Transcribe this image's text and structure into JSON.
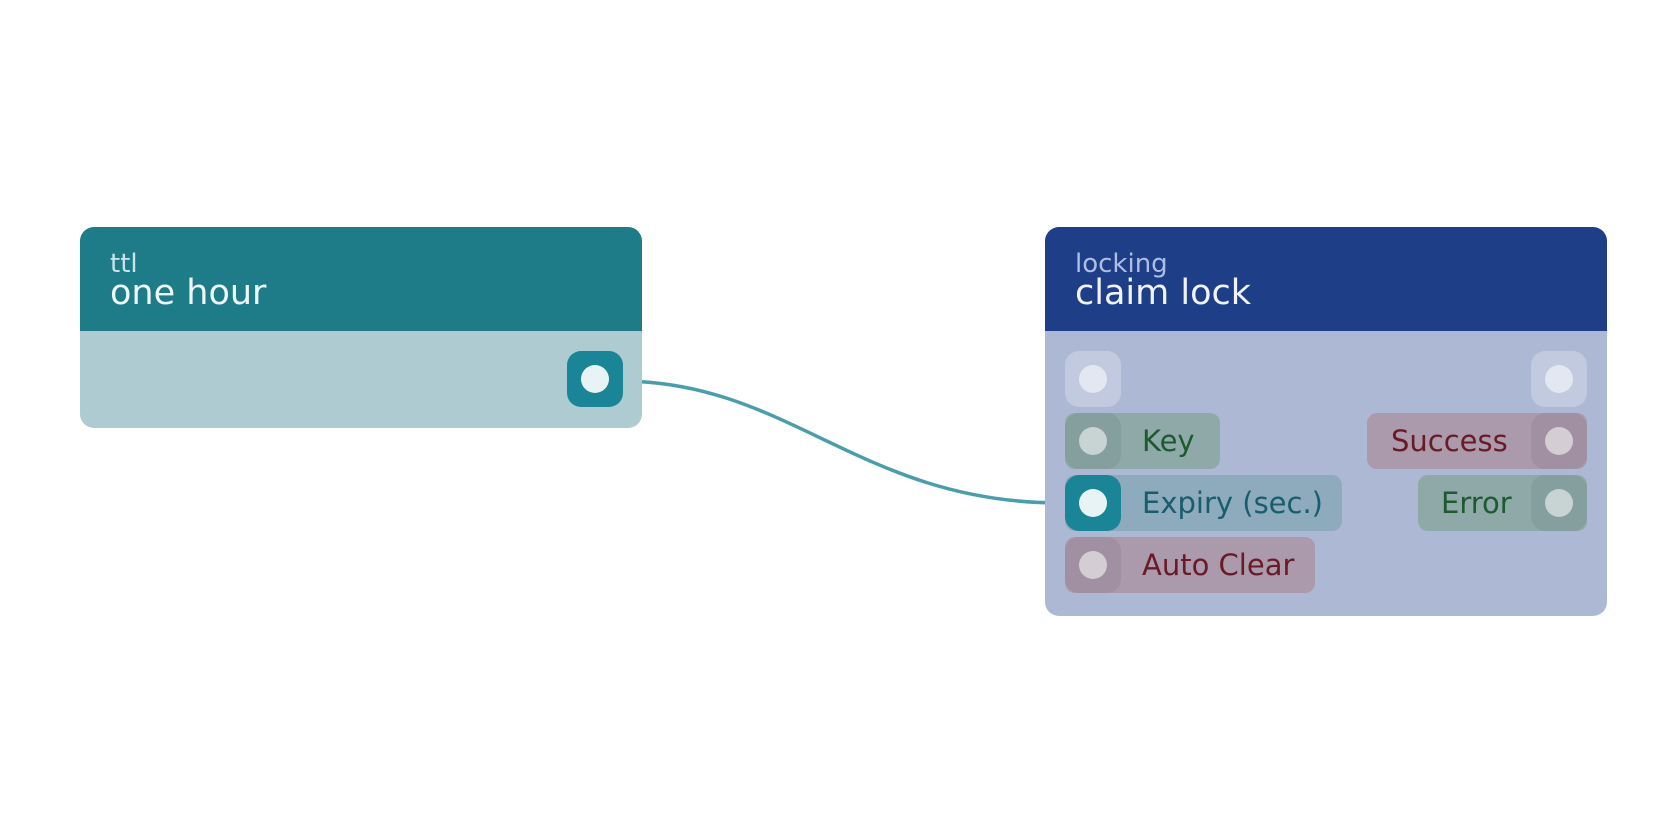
{
  "nodes": {
    "ttl": {
      "category": "ttl",
      "title": "one hour"
    },
    "locking": {
      "category": "locking",
      "title": "claim lock",
      "inputs": [
        {
          "label": "Key",
          "color": "#1e5a30"
        },
        {
          "label": "Expiry (sec.)",
          "color": "#175d6e"
        },
        {
          "label": "Auto Clear",
          "color": "#6a1a26"
        }
      ],
      "outputs": [
        {
          "label": "Success",
          "color": "#6a1a26"
        },
        {
          "label": "Error",
          "color": "#1e5a30"
        }
      ]
    }
  },
  "connections": [
    {
      "from": "ttl.out",
      "to": "locking.Expiry (sec.)"
    }
  ],
  "colors": {
    "wire": "#4a9eab",
    "ttl_header": "#1e7b88",
    "lock_header": "#1f3e88",
    "active_port": "#1a8596"
  }
}
